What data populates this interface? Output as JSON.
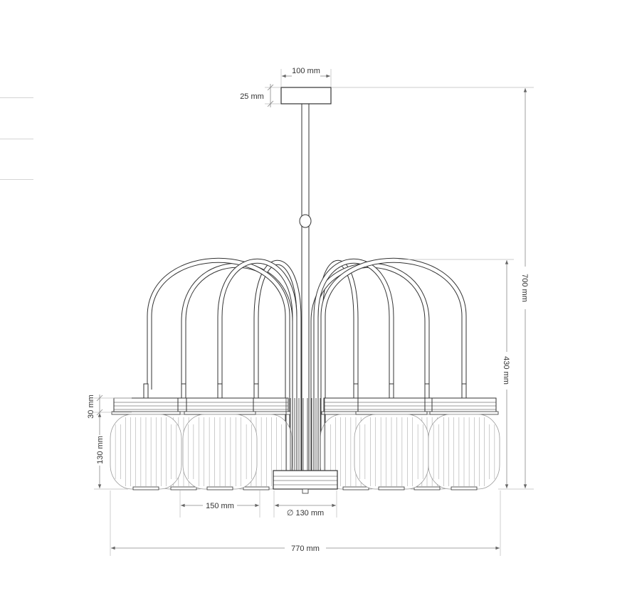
{
  "drawing": {
    "subject": "chandelier",
    "dimensions": {
      "canopy_width": "100 mm",
      "canopy_height": "25 mm",
      "total_height": "700 mm",
      "body_height": "430 mm",
      "cup_height": "30 mm",
      "shade_height": "130 mm",
      "shade_width": "150 mm",
      "base_diameter": "∅ 130 mm",
      "total_width": "770 mm"
    }
  },
  "colors": {
    "line": "#333333",
    "dimension": "#888888",
    "arrow": "#666666"
  }
}
